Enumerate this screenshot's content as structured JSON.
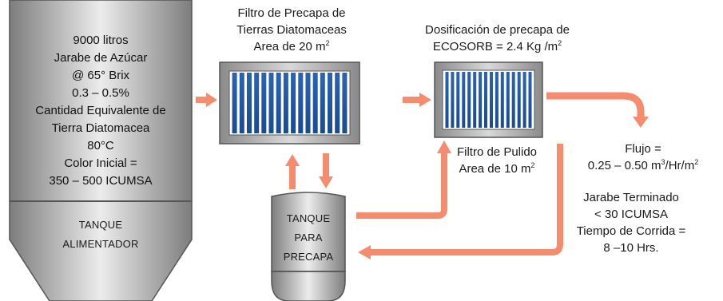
{
  "colors": {
    "arrow": "#f58c6e",
    "tank_light": "#e6e6e6",
    "tank_dark": "#7a7a7a",
    "filter_blue": "#1f56a6",
    "filter_frame": "#9a9a9a"
  },
  "feed_tank": {
    "lines": [
      "9000 litros",
      "Jarabe de Azúcar",
      "@ 65° Brix",
      "0.3 – 0.5%",
      "Cantidad Equivalente de",
      "Tierra Diatomacea",
      "80°C",
      "Color Inicial =",
      "350 – 500 ICUMSA"
    ],
    "name_line1": "TANQUE",
    "name_line2": "ALIMENTADOR"
  },
  "filter1": {
    "line1": "Filtro de Precapa de",
    "line2": "Tierras Diatomaceas",
    "line3": "Area de 20 m",
    "sup": "2"
  },
  "filter2": {
    "top_line1": "Dosificación de precapa de",
    "top_line2": "ECOSORB = 2.4 Kg /m",
    "top_sup": "2",
    "bottom_line1": "Filtro de Pulido",
    "bottom_line2": "Area de 10 m",
    "bottom_sup": "2"
  },
  "precoat_tank": {
    "line1": "TANQUE",
    "line2": "PARA",
    "line3": "PRECAPA"
  },
  "flow": {
    "line1": "Flujo =",
    "line2a": "0.25 – 0.50 m",
    "sup1": "3",
    "line2b": "/Hr/m",
    "sup2": "2"
  },
  "result": {
    "lines": [
      "Jarabe Terminado",
      "< 30 ICUMSA",
      "Tiempo de Corrida =",
      "8 –10 Hrs."
    ]
  }
}
